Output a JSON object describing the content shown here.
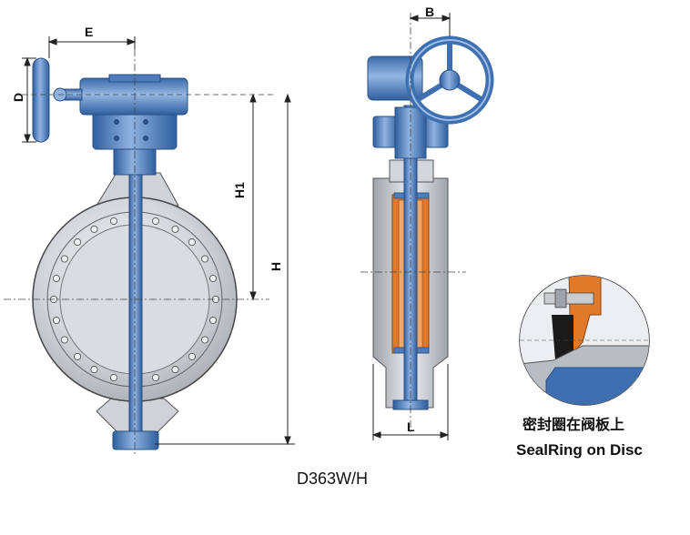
{
  "dimensions": {
    "E": "E",
    "D": "D",
    "H1": "H1",
    "H": "H",
    "B": "B",
    "L": "L"
  },
  "model": "D363W/H",
  "detail_caption": {
    "chinese": "密封圈在阀板上",
    "english": "SealRing on Disc"
  },
  "colors": {
    "steel_blue": "#5b87c6",
    "body_gray": "#c9ccd1",
    "seal_orange": "#e07a2a",
    "seal_black": "#1a1a1a"
  }
}
